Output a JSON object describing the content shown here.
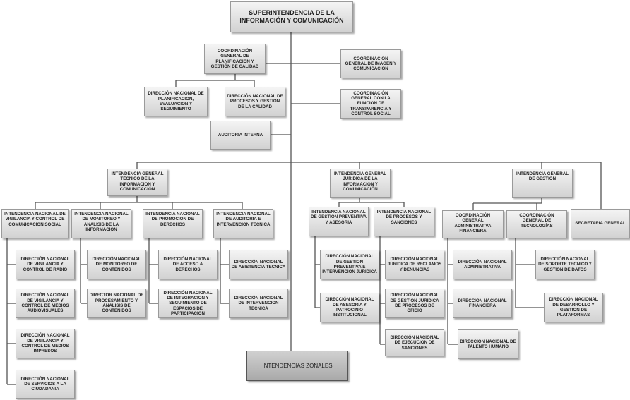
{
  "colors": {
    "box_fill": "#e4e4e4",
    "box_border": "#9a9a9a",
    "line": "#555555",
    "dark_box": "#bcbcbc"
  },
  "nodes": {
    "superintendencia": "SUPERINTENDENCIA DE LA INFORMACIÓN Y COMUNICACIÓN",
    "coord_planificacion": "COORDINACIÓN GENERAL DE PLANIFICACIÓN Y GESTIÓN DE CALIDAD",
    "coord_imagen": "COORDINACIÓN GENERAL DE IMAGEN Y COMUNICACIÓN",
    "dn_planificacion": "DIRECCIÓN NACIONAL DE PLANIFICACION, EVALUACION Y SEGUIMIENTO",
    "dn_procesos_calidad": "DIRECCIÓN NACIONAL DE PROCESOS Y GESTION DE LA CALIDAD",
    "coord_transparencia": "COORDINACIÓN GENERAL CON LA FUNCION DE TRANSPARENCIA Y CONTROL SOCIAL",
    "auditoria_interna": "AUDITORIA INTERNA",
    "ig_tecnico": "INTENDENCIA GENERAL TÉCNICO DE LA INFORMACION Y COMUNICACIÓN",
    "ig_juridica": "INTENDENCIA GENERAL JURIDICA DE LA INFORMACION Y COMUNICACIÓN",
    "ig_gestion": "INTENDENCIA GENERAL DE GESTION",
    "in_vigilancia": "INTENDENCIA NACIONAL DE VIGILANCIA Y CONTROL DE COMUNICACIÓN SOCIAL",
    "in_monitoreo": "INTENDENCIA NACIONAL DE MONITOREO Y ANALISIS DE LA INFORMACION",
    "in_promocion": "INTENDENCIA NACIONAL DE PROMOCION DE DERECHOS",
    "in_auditoria": "INTENDENCIA NACIONAL DE AUDITORIA E INTERVENCION TECNICA",
    "in_gestion_preventiva": "INTENDENCIA NACIONAL DE GESTION PREVENTIVA Y ASESORIA",
    "in_procesos_sanciones": "INTENDENCIA NACIONAL DE PROCESOS Y SANCIONES",
    "cg_administrativa": "COORDINACIÓN GENERAL ADMINISTRATIVA FINANCIERA",
    "cg_tecnologias": "COORDINACIÓN GENERAL DE TECNOLOGÍAS",
    "secretaria": "SECRETARIA GENERAL",
    "dn_radio": "DIRECCIÓN NACIONAL DE VIGILANCIA Y CONTROL DE RADIO",
    "dn_audiovisuales": "DIRECCIÓN NACIONAL DE VIGILANCIA Y CONTROL DE MEDIOS AUDIOVISUALES",
    "dn_impresos": "DIRECCIÓN NACIONAL DE VIGILANCIA Y CONTROL DE MEDIOS IMPRESOS",
    "dn_servicios": "DIRECCIÓN NACIONAL DE SERVICIOS A LA CIUDADANIA",
    "dn_monitoreo": "DIRECCIÓN NACIONAL DE MONITOREO DE CONTENIDOS",
    "dn_procesamiento": "DIRECTOR NACIONAL DE PROCESAMIENTO Y ANALISIS DE CONTENIDOS",
    "dn_acceso": "DIRECCIÓN NACIONAL DE ACCESO A DERECHOS",
    "dn_integracion": "DIRECCIÓN NACIONAL DE INTEGRACION Y SEGUIMIENTO DE ESPACIOS DE PARTICIPACION",
    "dn_asistencia": "DIRECCIÓN NACIONAL DE ASISTENCIA TECNICA",
    "dn_intervencion": "DIRECCIÓN NACIONAL DE INTERVENCION TECNICA",
    "dn_gestion_preventiva": "DIRECCIÓN NACIONAL DE GESTION PREVENTIVA E INTERVENCION JURIDICA",
    "dn_asesoria": "DIRECCIÓN NACIONAL DE ASESORIA Y PATROCINIO INSTITUCIONAL",
    "dn_reclamos": "DIRECCIÓN NACIONAL JURIDICA DE RECLAMOS Y DENUNCIAS",
    "dn_gestion_juridica": "DIRECCIÓN NACIONAL DE GESTION JURIDICA DE PROCESOS DE OFICIO",
    "dn_ejecucion": "DIRECCIÓN NACIONAL DE EJECUCION DE SANCIONES",
    "dn_administrativa": "DIRECCIÓN NACIONAL ADMINISTRATIVA",
    "dn_financiera": "DIRECCIÓN NACIONAL FINANCIERA",
    "dn_talento": "DIRECCIÓN NACIONAL DE TALENTO HUMANO",
    "dn_soporte": "DIRECCIÓN NACIONAL DE SOPORTE TECNICO Y GESTION DE DATOS",
    "dn_desarrollo": "DIRECCIÓN NACIONAL DE DESARROLLO Y GESTION DE PLATAFORMAS",
    "intendencias_zonales": "INTENDENCIAS ZONALES"
  }
}
